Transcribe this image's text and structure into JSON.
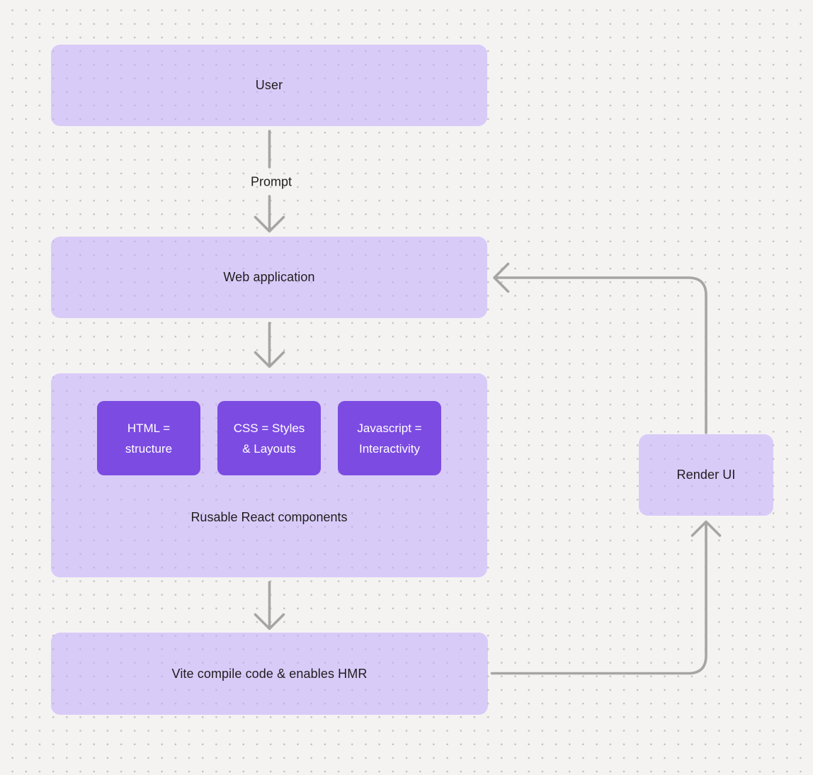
{
  "diagram": {
    "nodes": {
      "user": {
        "label": "User"
      },
      "web_application": {
        "label": "Web application"
      },
      "components": {
        "caption": "Rusable React components",
        "items": [
          {
            "label": "HTML =\nstructure"
          },
          {
            "label": "CSS = Styles\n& Layouts"
          },
          {
            "label": "Javascript =\nInteractivity"
          }
        ]
      },
      "vite": {
        "label": "Vite compile code & enables HMR"
      },
      "render_ui": {
        "label": "Render UI"
      }
    },
    "edge_labels": {
      "prompt": "Prompt"
    },
    "colors": {
      "background": "#f4f3f2",
      "grid_dot": "#c3c1bf",
      "node_fill": "#d9cbf7",
      "accent_fill": "#7c4be2",
      "accent_text": "#ffffff",
      "edge_stroke": "#a7a5a3",
      "text": "#1e1e1e"
    }
  }
}
